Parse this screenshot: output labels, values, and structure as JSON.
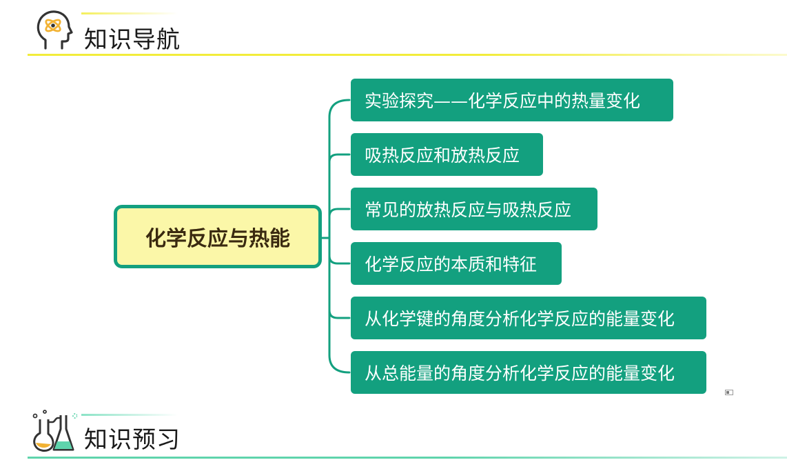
{
  "nav_section": {
    "title": "知识导航",
    "icon": "head-atom-icon",
    "accent": "#f2ec3a"
  },
  "mindmap": {
    "center_label": "化学反应与热能",
    "center_fill": "#fbf7a8",
    "branch_color": "#13a07f",
    "branches": [
      {
        "label": "实验探究——化学反应中的热量变化"
      },
      {
        "label": "吸热反应和放热反应"
      },
      {
        "label": "常见的放热反应与吸热反应"
      },
      {
        "label": "化学反应的本质和特征"
      },
      {
        "label": "从化学键的角度分析化学反应的能量变化"
      },
      {
        "label": "从总能量的角度分析化学反应的能量变化"
      }
    ]
  },
  "preview_section": {
    "title": "知识预习",
    "icon": "lab-flask-icon",
    "accent": "#5fd4ac"
  }
}
